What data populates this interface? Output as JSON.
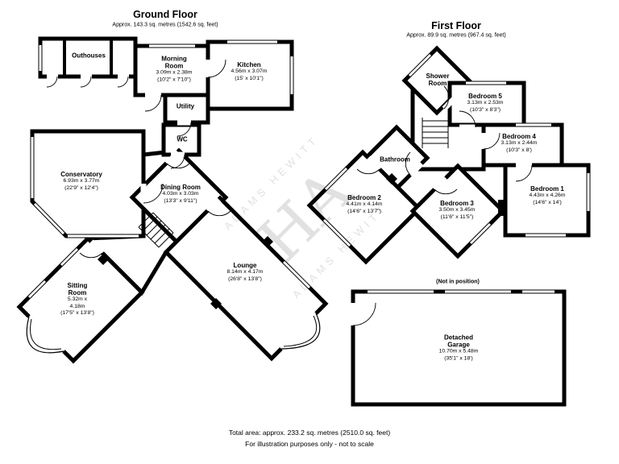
{
  "watermark": {
    "text": "ADAMS HEWITT",
    "monogram": "HA"
  },
  "ground_floor": {
    "title": "Ground Floor",
    "subtitle": "Approx. 143.3 sq. metres (1542.6 sq. feet)",
    "rooms": {
      "outhouses": {
        "name": "Outhouses"
      },
      "morning_room": {
        "name": "Morning Room",
        "metric": "3.09m x 2.38m",
        "imperial": "(10'2\" x 7'10\")"
      },
      "kitchen": {
        "name": "Kitchen",
        "metric": "4.56m x 3.07m",
        "imperial": "(15' x 10'1\")"
      },
      "utility": {
        "name": "Utility"
      },
      "wc": {
        "name": "WC"
      },
      "conservatory": {
        "name": "Conservatory",
        "metric": "6.93m x 3.77m",
        "imperial": "(22'9\" x 12'4\")"
      },
      "dining_room": {
        "name": "Dining Room",
        "metric": "4.03m x 3.03m",
        "imperial": "(13'3\" x 9'11\")"
      },
      "sitting_room": {
        "name": "Sitting Room",
        "metric": "5.32m x 4.18m",
        "imperial": "(17'5\" x 13'8\")"
      },
      "lounge": {
        "name": "Lounge",
        "metric": "8.14m x 4.17m",
        "imperial": "(26'8\" x 13'8\")"
      }
    }
  },
  "first_floor": {
    "title": "First Floor",
    "subtitle": "Approx. 89.9 sq. metres (967.4 sq. feet)",
    "rooms": {
      "shower_room": {
        "name": "Shower Room"
      },
      "bedroom_5": {
        "name": "Bedroom 5",
        "metric": "3.13m x 2.53m",
        "imperial": "(10'3\" x 8'3\")"
      },
      "bedroom_4": {
        "name": "Bedroom 4",
        "metric": "3.13m x 2.44m",
        "imperial": "(10'3\" x 8')"
      },
      "bedroom_1": {
        "name": "Bedroom 1",
        "metric": "4.43m x 4.26m",
        "imperial": "(14'6\" x 14')"
      },
      "bathroom": {
        "name": "Bathroom"
      },
      "bedroom_2": {
        "name": "Bedroom 2",
        "metric": "4.41m x 4.14m",
        "imperial": "(14'6\" x 13'7\")"
      },
      "bedroom_3": {
        "name": "Bedroom 3",
        "metric": "3.50m x 3.45m",
        "imperial": "(11'6\" x 11'5\")"
      }
    }
  },
  "garage": {
    "note": "(Not in position)",
    "name": "Detached Garage",
    "metric": "10.70m x 5.48m",
    "imperial": "(35'1\" x 18')"
  },
  "footer": {
    "total_area": "Total area: approx. 233.2 sq. metres (2510.0 sq. feet)",
    "disclaimer": "For illustration purposes only - not to scale"
  }
}
